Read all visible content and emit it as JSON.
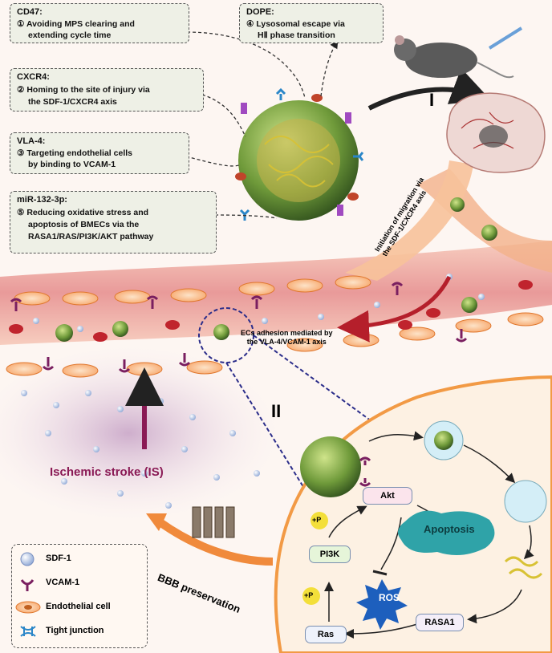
{
  "boxes": {
    "cd47": {
      "title": "CD47:",
      "line1": "① Avoiding MPS clearing and",
      "line2": "extending cycle time"
    },
    "dope": {
      "title": "DOPE:",
      "line1": "④ Lysosomal escape via",
      "line2": "HⅡ phase transition"
    },
    "cxcr4": {
      "title": "CXCR4:",
      "line1": "② Homing to the site of injury via",
      "line2": "the SDF-1/CXCR4 axis"
    },
    "vla4": {
      "title": "VLA-4:",
      "line1": "③ Targeting endothelial cells",
      "line2": "by binding to VCAM-1"
    },
    "mir": {
      "title": "miR-132-3p:",
      "line1": "⑤ Reducing oxidative stress and",
      "line2": "apoptosis of BMECs via the",
      "line3": "RASA1/RAS/PI3K/AKT   pathway"
    }
  },
  "roman": {
    "one": "I",
    "two": "II"
  },
  "migration_label": {
    "line1": "Initiation of migration via",
    "line2": "the SDF-1/CXCR4 axis"
  },
  "adhesion_label": {
    "line1": "ECs adhesion mediated by",
    "line2": "the VLA-4/VCAM-1 axis"
  },
  "stroke_label": "Ischemic stroke (IS)",
  "bbb_label": "BBB preservation",
  "pathway": {
    "akt": "Akt",
    "pi3k": "PI3K",
    "ras": "Ras",
    "rasa1": "RASA1",
    "apoptosis": "Apoptosis",
    "ros": "ROS",
    "plus_p1": "+P",
    "plus_p2": "+P"
  },
  "legend": [
    {
      "label": "SDF-1",
      "icon": "sphere-icon"
    },
    {
      "label": "VCAM-1",
      "icon": "receptor-icon"
    },
    {
      "label": "Endothelial cell",
      "icon": "cell-icon"
    },
    {
      "label": "Tight junction",
      "icon": "junction-icon"
    }
  ],
  "colors": {
    "accent_orange": "#f08a3c",
    "vessel_red": "#c0303a",
    "stroke_magenta": "#8a1a55",
    "box_fill": "#eef0e6",
    "node_border": "#7a8fb0"
  }
}
